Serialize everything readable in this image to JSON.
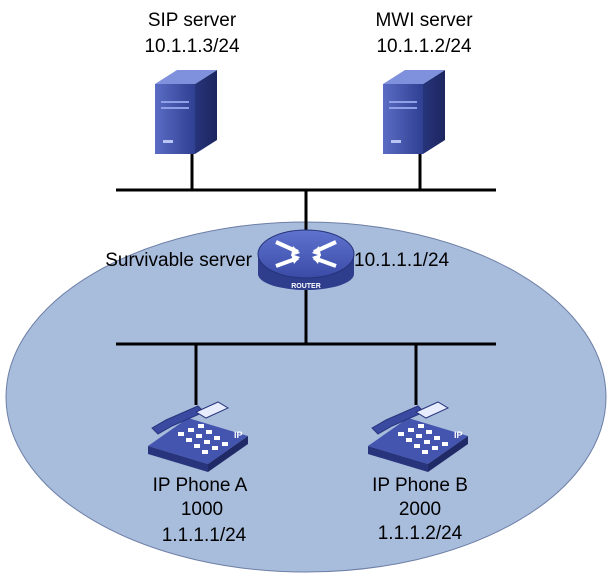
{
  "devices": {
    "sip_server": {
      "name": "SIP server",
      "ip": "10.1.1.3/24"
    },
    "mwi_server": {
      "name": "MWI server",
      "ip": "10.1.1.2/24"
    },
    "router": {
      "name": "Survivable server",
      "ip": "10.1.1.1/24",
      "badge": "ROUTER"
    },
    "phone_a": {
      "name": "IP Phone A",
      "number": "1000",
      "ip": "1.1.1.1/24",
      "badge": "IP"
    },
    "phone_b": {
      "name": "IP Phone B",
      "number": "2000",
      "ip": "1.1.1.2/24",
      "badge": "IP"
    }
  },
  "colors": {
    "ellipse_fill": "#a8bcdc",
    "device_blue": "#3d4fa8",
    "link": "#000000"
  }
}
